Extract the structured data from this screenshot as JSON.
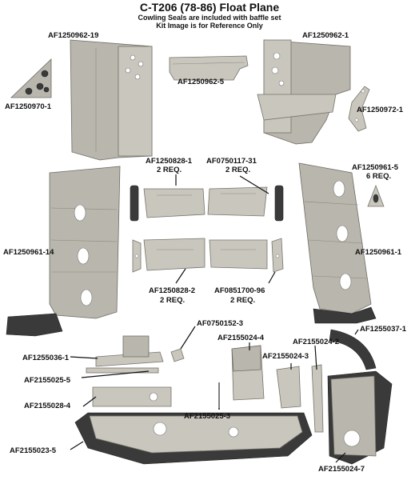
{
  "header": {
    "title": "C-T206 (78-86) Float Plane",
    "line1": "Cowling Seals are included with baffle set",
    "line2": "Kit Image is for Reference Only"
  },
  "labels": [
    {
      "id": "af1250962-19",
      "text": "AF1250962-19"
    },
    {
      "id": "af1250962-1",
      "text": "AF1250962-1"
    },
    {
      "id": "af1250962-5",
      "text": "AF1250962-5"
    },
    {
      "id": "af1250970-1",
      "text": "AF1250970-1"
    },
    {
      "id": "af1250972-1",
      "text": "AF1250972-1"
    },
    {
      "id": "af1250828-1",
      "text": "AF1250828-1",
      "qty": "2 REQ."
    },
    {
      "id": "af0750117-31",
      "text": "AF0750117-31",
      "qty": "2 REQ."
    },
    {
      "id": "af1250961-5",
      "text": "AF1250961-5",
      "qty": "6 REQ."
    },
    {
      "id": "af1250961-14",
      "text": "AF1250961-14"
    },
    {
      "id": "af1250961-1",
      "text": "AF1250961-1"
    },
    {
      "id": "af1250828-2",
      "text": "AF1250828-2",
      "qty": "2 REQ."
    },
    {
      "id": "af0851700-96",
      "text": "AF0851700-96",
      "qty": "2 REQ."
    },
    {
      "id": "af0750152-3",
      "text": "AF0750152-3"
    },
    {
      "id": "af2155024-4",
      "text": "AF2155024-4"
    },
    {
      "id": "af1255037-1",
      "text": "AF1255037-1"
    },
    {
      "id": "af2155024-2",
      "text": "AF2155024-2"
    },
    {
      "id": "af1255036-1",
      "text": "AF1255036-1"
    },
    {
      "id": "af2155024-3",
      "text": "AF2155024-3"
    },
    {
      "id": "af2155025-5",
      "text": "AF2155025-5"
    },
    {
      "id": "af2155028-4",
      "text": "AF2155028-4"
    },
    {
      "id": "af2155025-3",
      "text": "AF2155025-3"
    },
    {
      "id": "af2155023-5",
      "text": "AF2155023-5"
    },
    {
      "id": "af2155024-7",
      "text": "AF2155024-7"
    }
  ]
}
